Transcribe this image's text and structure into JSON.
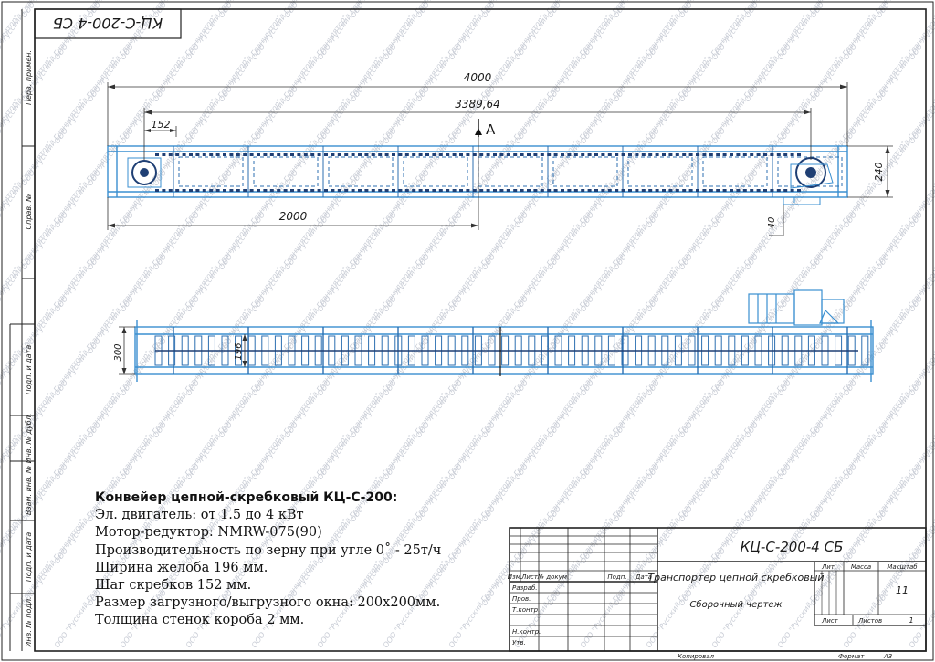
{
  "stamp_code_rotated": "КЦ-С-200-4 СБ",
  "side_labels": [
    "Перв. примен.",
    "Справ. №",
    "Подп. и дата",
    "Инв. № дубл.",
    "Взам. инв. №",
    "Подп. и дата",
    "Инв. № подл."
  ],
  "watermark": "ООО \"Русский Гранулятор\"",
  "dimensions": {
    "overall_length": "4000",
    "chain_span": "3389,64",
    "scraper_pitch": "152",
    "half_length": "2000",
    "height": "240",
    "foot_offset": "40",
    "box_width": "300",
    "trough_width": "196",
    "section_mark": "А"
  },
  "specs": {
    "heading": "Конвейер цепной-скребковый КЦ-С-200:",
    "lines": [
      "Эл. двигатель: от 1.5 до 4 кВт",
      "Мотор-редуктор: NMRW-075(90)",
      "Производительность по зерну при угле 0˚ - 25т/ч",
      "Ширина желоба 196 мм.",
      "Шаг скребков 152 мм.",
      "Размер загрузного/выгрузного окна: 200х200мм.",
      "Толщина стенок короба 2 мм."
    ]
  },
  "title_block": {
    "designation": "КЦ-С-200-4 СБ",
    "name": "Транспортер цепной скребковый",
    "doc_type": "Сборочный чертеж",
    "col_headers": [
      "Изм.",
      "Лист",
      "№ докум.",
      "Подп.",
      "Дата"
    ],
    "row_labels": [
      "Разраб.",
      "Пров.",
      "Т.контр.",
      "",
      "Н.контр.",
      "Утв."
    ],
    "lit_label": "Лит.",
    "mass_label": "Масса",
    "scale_label": "Масштаб",
    "mass_value": "11",
    "sheet_label": "Лист",
    "sheets_label": "Листов",
    "sheets_value": "1",
    "copied_label": "Копировал",
    "format_label": "Формат",
    "format_value": "А3"
  }
}
